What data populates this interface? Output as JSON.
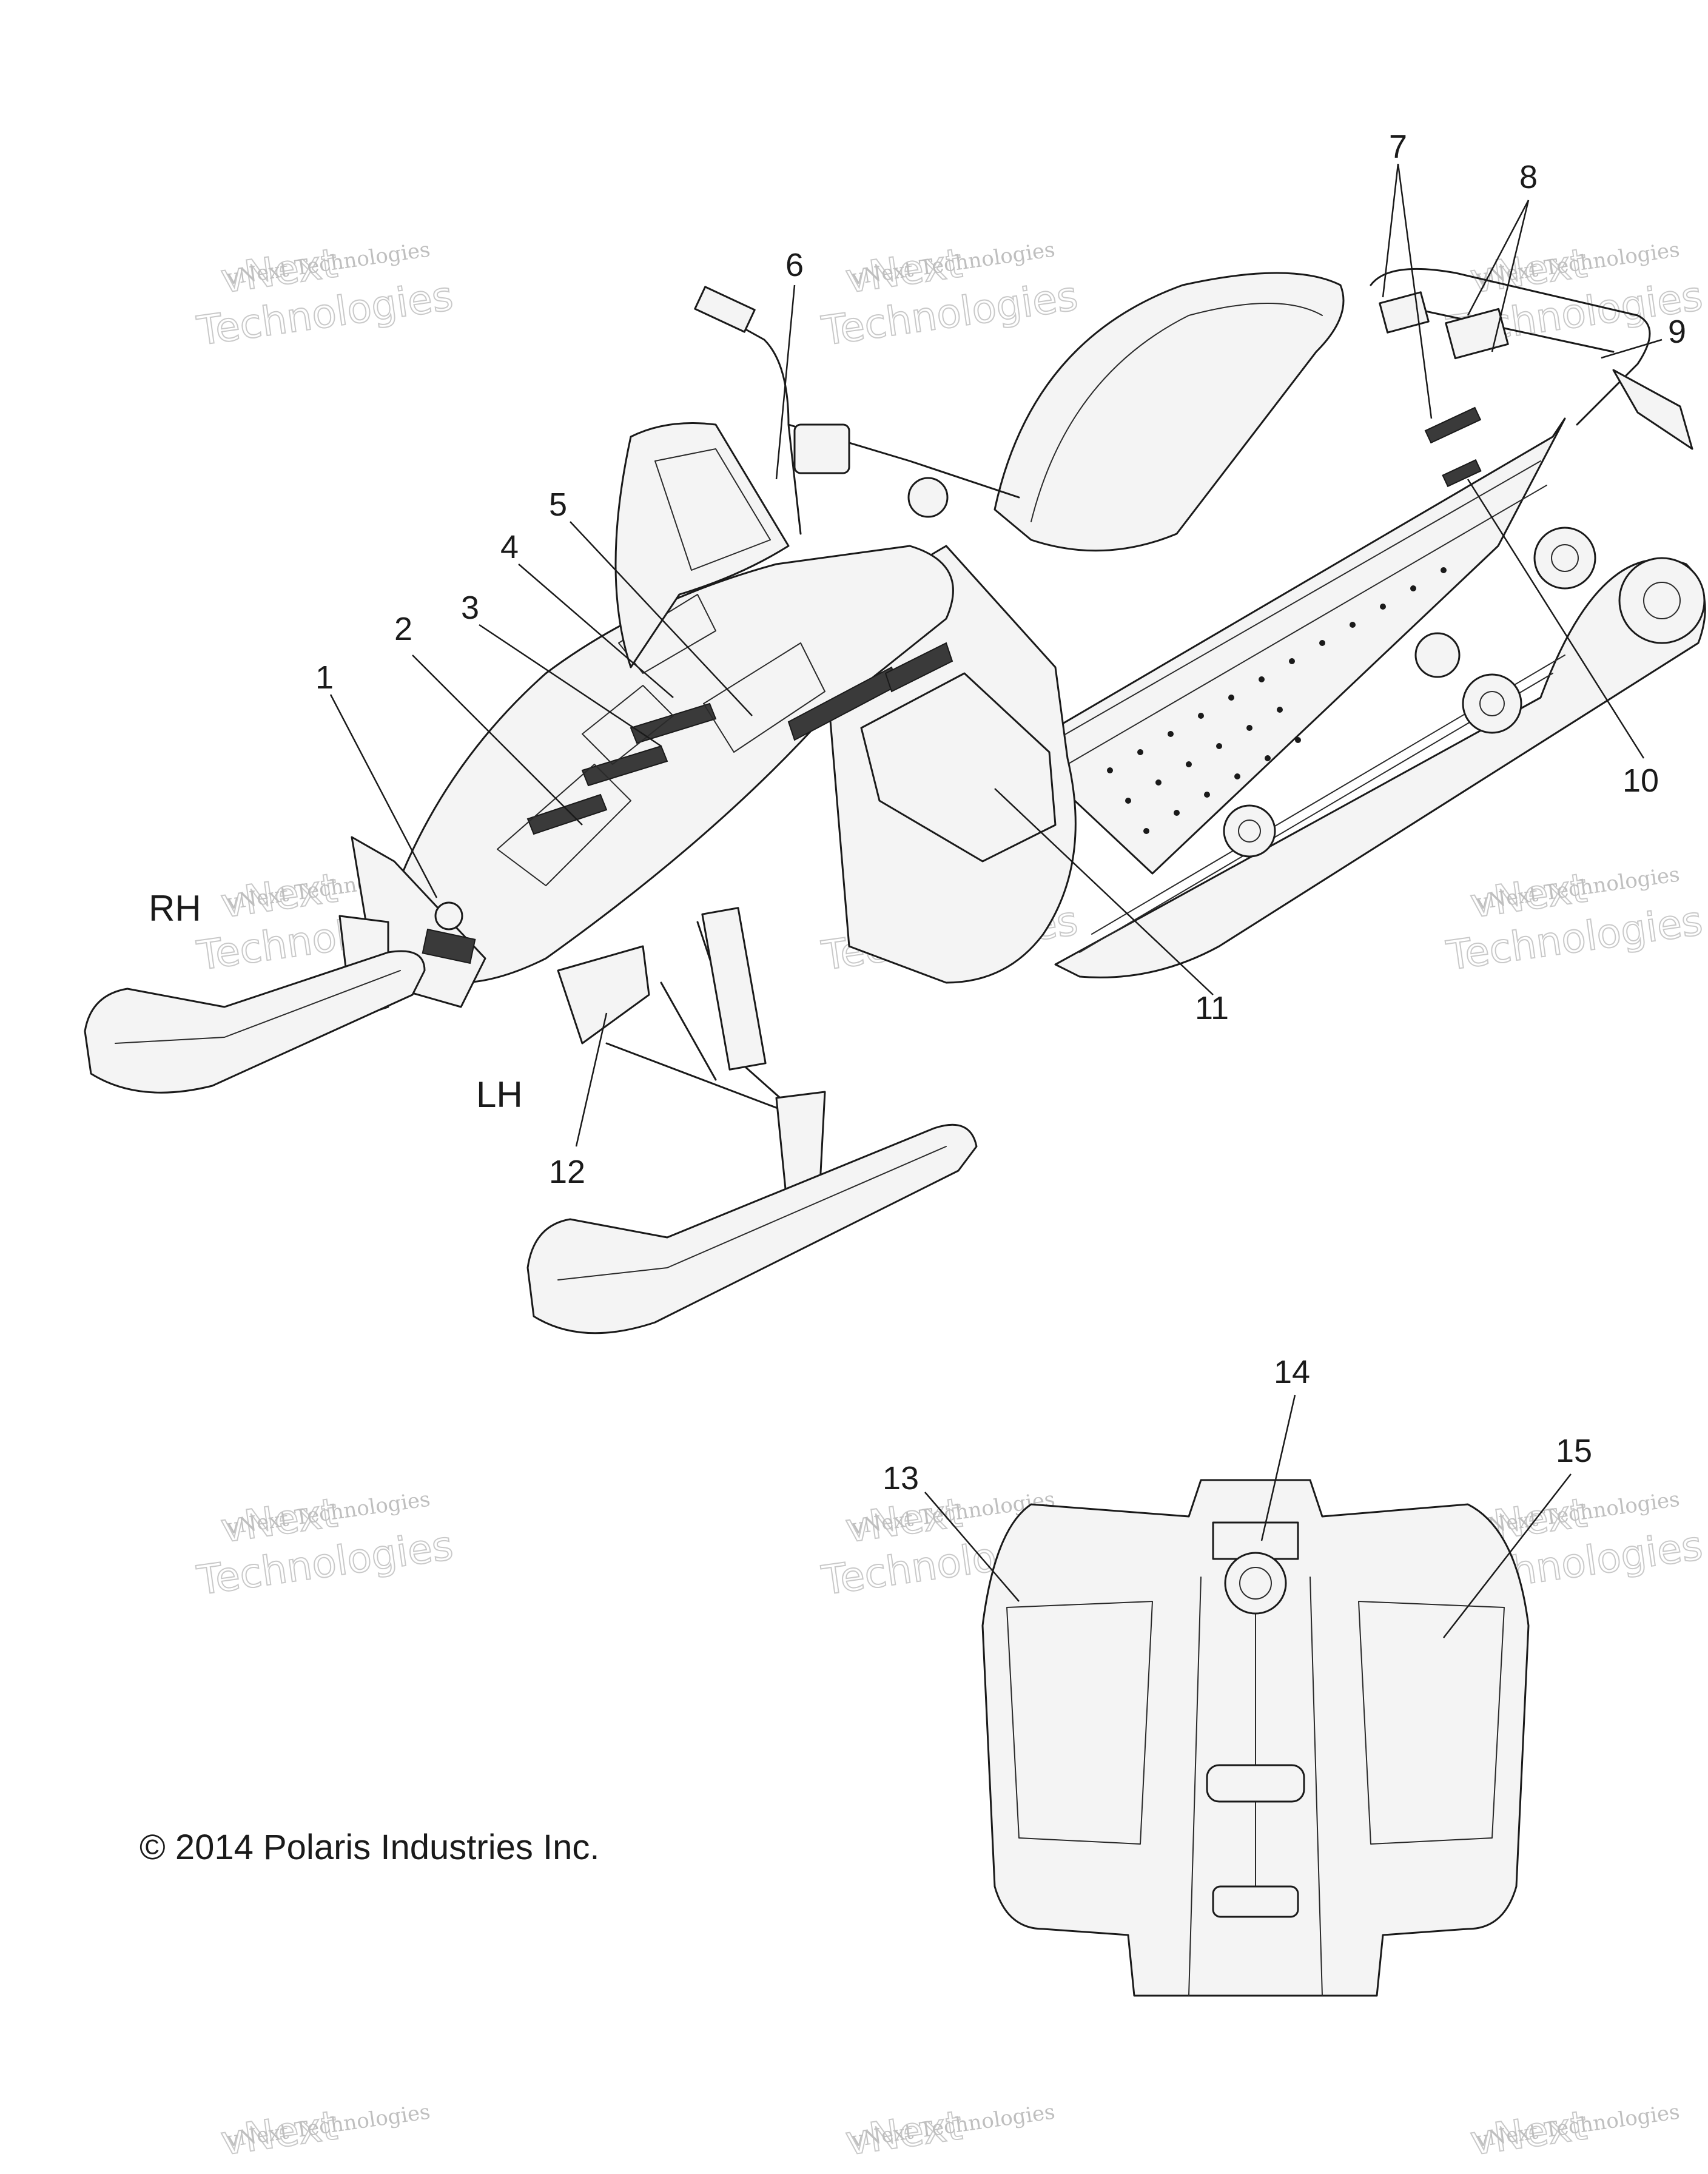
{
  "side_labels": {
    "rh": "RH",
    "lh": "LH"
  },
  "callouts": [
    "1",
    "2",
    "3",
    "4",
    "5",
    "6",
    "7",
    "8",
    "9",
    "10",
    "11",
    "12",
    "13",
    "14",
    "15"
  ],
  "copyright": "© 2014 Polaris Industries Inc.",
  "watermark": {
    "line1": "vNext Technologies",
    "line2": "vNext",
    "line3": "Technologies"
  }
}
